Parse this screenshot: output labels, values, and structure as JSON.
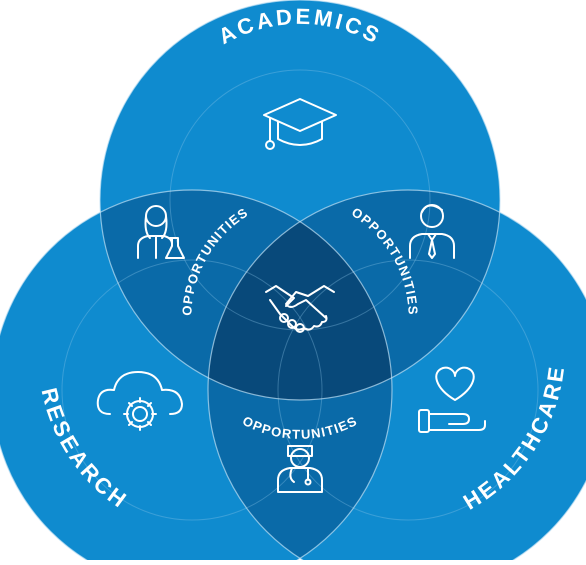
{
  "circles": {
    "academics": {
      "label": "ACADEMICS"
    },
    "research": {
      "label": "RESEARCH"
    },
    "healthcare": {
      "label": "HEALTHCARE"
    }
  },
  "overlaps": {
    "academics_research": {
      "label": "OPPORTUNITIES"
    },
    "academics_healthcare": {
      "label": "OPPORTUNITIES"
    },
    "research_healthcare": {
      "label": "OPPORTUNITIES"
    }
  },
  "icons": {
    "academics": "graduation-cap-icon",
    "research": "cloud-gear-icon",
    "healthcare": "heart-in-hand-icon",
    "academics_research": "scientist-icon",
    "academics_healthcare": "businessman-icon",
    "research_healthcare": "doctor-icon",
    "center": "handshake-icon"
  },
  "colors": {
    "single": "#0f8bcf",
    "double": "#0a6aa8",
    "triple": "#08497a",
    "stroke": "#8cc6e8"
  }
}
